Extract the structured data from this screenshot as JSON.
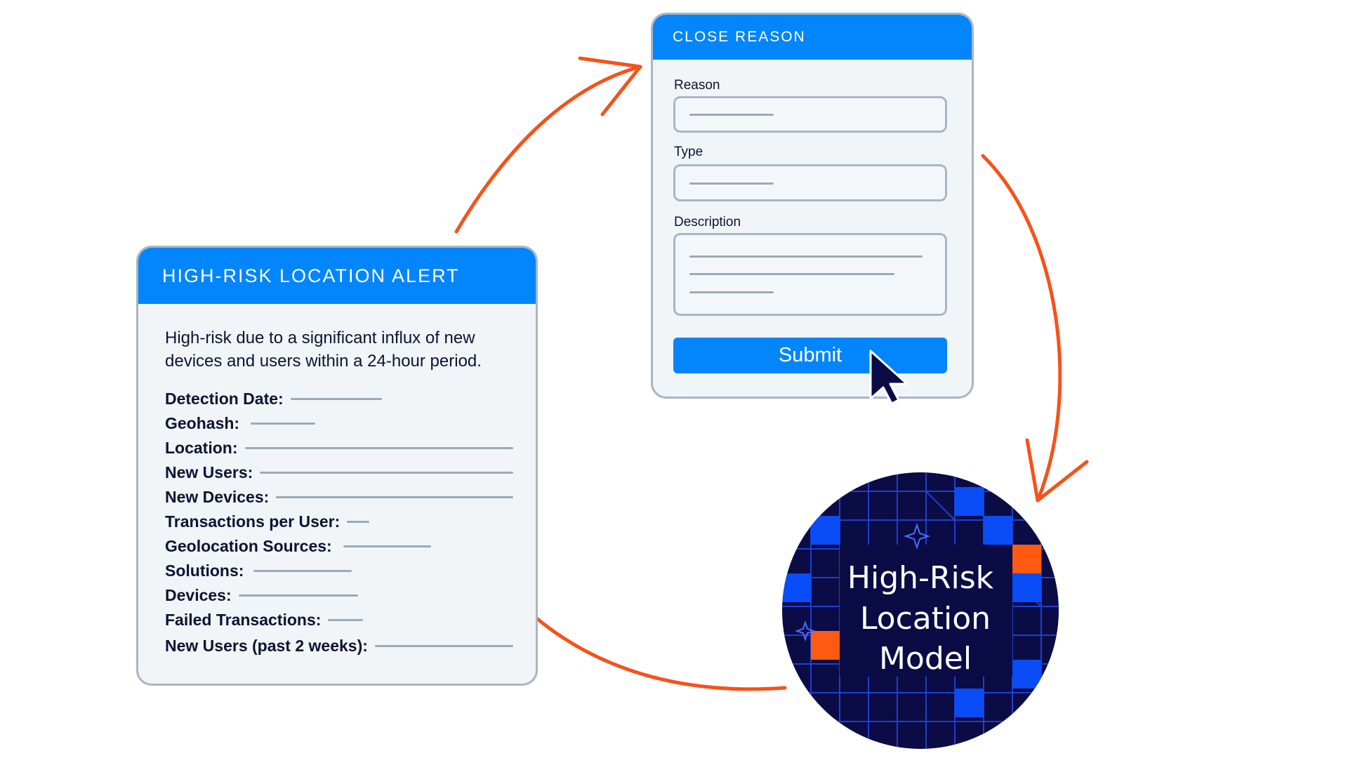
{
  "alert": {
    "title": "HIGH-RISK LOCATION ALERT",
    "description": "High-risk due to a significant influx of new devices and users within a 24-hour period.",
    "fields": [
      {
        "label": "Detection Date:"
      },
      {
        "label": "Geohash:"
      },
      {
        "label": "Location:"
      },
      {
        "label": "New Users:"
      },
      {
        "label": "New Devices:"
      },
      {
        "label": "Transactions per User:"
      },
      {
        "label": "Geolocation Sources:"
      },
      {
        "label": "Solutions:"
      },
      {
        "label": "Devices:"
      },
      {
        "label": "Failed Transactions:"
      },
      {
        "label": "New Users (past 2 weeks):"
      }
    ]
  },
  "form": {
    "title": "CLOSE REASON",
    "reason_label": "Reason",
    "type_label": "Type",
    "description_label": "Description",
    "submit_label": "Submit"
  },
  "model": {
    "line1": "High-Risk",
    "line2": "Location",
    "line3": "Model"
  },
  "colors": {
    "accent_blue": "#0385fb",
    "arrow_orange": "#f5521a",
    "model_navy": "#0b0b45",
    "tile_blue": "#0a4cf5",
    "tile_orange": "#ff5a12",
    "card_border": "#a9b6c3"
  }
}
